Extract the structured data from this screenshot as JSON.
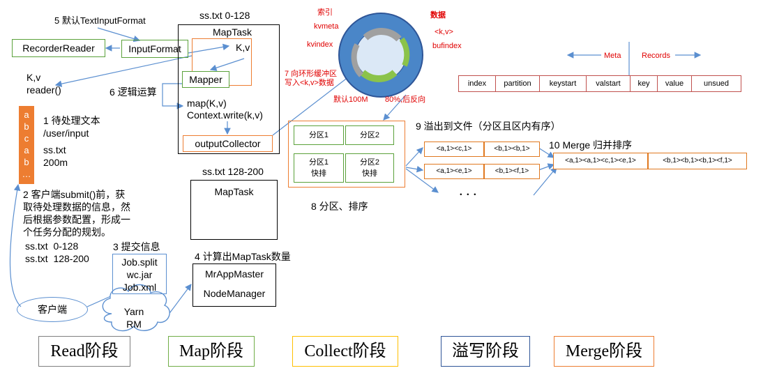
{
  "labels": {
    "default_input_format": "5 默认TextInputFormat",
    "split_0": "ss.txt 0-128",
    "split_1": "ss.txt 128-200",
    "kv_reader": "K,v",
    "reader_call": "reader()",
    "logic": "6 逻辑运算",
    "map_call": "map(K,v)",
    "context_write": "Context.write(k,v)",
    "kv_mapper": "K,v",
    "ring_buffer_write": "7 向环形缓冲区\n写入<k,v>数据",
    "process_text": "1 待处理文本\n/user/input",
    "file_info": "ss.txt\n200m",
    "client_submit": "2 客户端submit()前，获\n取待处理数据的信息，然\n后根据参数配置，形成一\n个任务分配的规划。",
    "split_plan": "ss.txt  0-128\nss.txt  128-200",
    "submit_info": "3 提交信息",
    "compute_tasks": "4 计算出MapTask数量",
    "partition_sort": "8 分区、排序",
    "spill": "9 溢出到文件（分区且区内有序）",
    "merge_sort": "10 Merge 归并排序",
    "ellipsis": "．．．"
  },
  "boxes": {
    "recorder_reader": "RecorderReader",
    "input_format": "InputFormat",
    "maptask_1": "MapTask",
    "mapper": "Mapper",
    "output_collector": "outputCollector",
    "maptask_2": "MapTask",
    "mr_app_master": "MrAppMaster",
    "node_manager": "NodeManager",
    "client": "客户端",
    "yarn_rm": "Yarn\nRM",
    "job_files": "Job.split\nwc.jar\nJob.xml",
    "file_letters": [
      "a",
      "b",
      "c",
      "a",
      "b",
      "…"
    ]
  },
  "buffer": {
    "index_label": "索引",
    "kvmeta": "kvmeta",
    "kvindex": "kvindex",
    "data_label": "数据",
    "kv": "<k,v>",
    "bufindex": "bufindex",
    "default_size": "默认100M",
    "reverse": "80%,后反向"
  },
  "meta_records": {
    "meta": "Meta",
    "records": "Records",
    "fields": [
      "index",
      "partition",
      "keystart",
      "valstart",
      "key",
      "value",
      "unsued"
    ]
  },
  "partitions": {
    "p1": "分区1",
    "p2": "分区2",
    "p1_sort": "分区1\n快排",
    "p2_sort": "分区2\n快排"
  },
  "spill_files": {
    "row1": [
      "<a,1><c,1>",
      "<b,1><b,1>"
    ],
    "row2": [
      "<a,1><e,1>",
      "<b,1><f,1>"
    ]
  },
  "merge_output": [
    "<a,1><a,1><c,1><e,1>",
    "<b,1><b,1><b,1><f,1>"
  ],
  "legend": [
    "Read阶段",
    "Map阶段",
    "Collect阶段",
    "溢写阶段",
    "Merge阶段"
  ],
  "colors": {
    "read": "#7f7f7f",
    "map": "#70ad47",
    "collect": "#ffc000",
    "spill": "#2e5597",
    "merge": "#ed7d31",
    "buffer_ring": "#4a86c8",
    "arrow": "#5b8fd0",
    "red_text": "#e00000"
  }
}
